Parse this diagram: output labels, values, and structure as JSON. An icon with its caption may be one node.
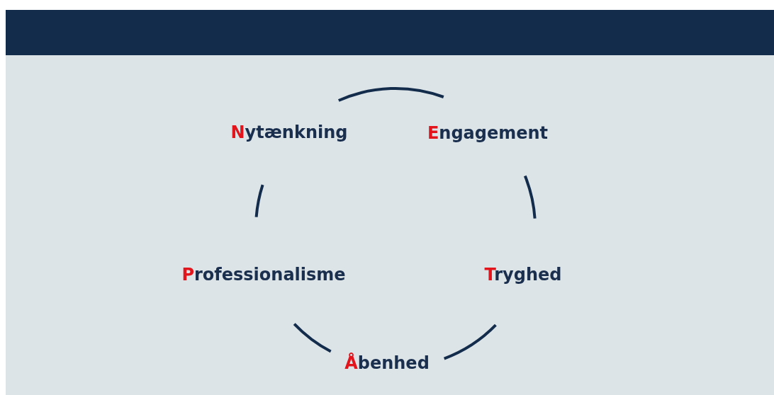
{
  "diagram": {
    "nodes": [
      {
        "text": [
          "Nytænkning"
        ]
      },
      {
        "text": [
          "Engagement"
        ]
      },
      {
        "text": [
          "Professionalisme"
        ]
      },
      {
        "text": [
          "Tryghed"
        ]
      },
      {
        "text": [
          "Åbenhed"
        ]
      }
    ],
    "edges": [
      {
        "from": 0,
        "to": 1,
        "arrow": "none"
      },
      {
        "from": 1,
        "to": 3,
        "arrow": "none"
      },
      {
        "from": 3,
        "to": 4,
        "arrow": "none"
      },
      {
        "from": 4,
        "to": 2,
        "arrow": "none"
      },
      {
        "from": 2,
        "to": 0,
        "arrow": "none"
      }
    ]
  }
}
